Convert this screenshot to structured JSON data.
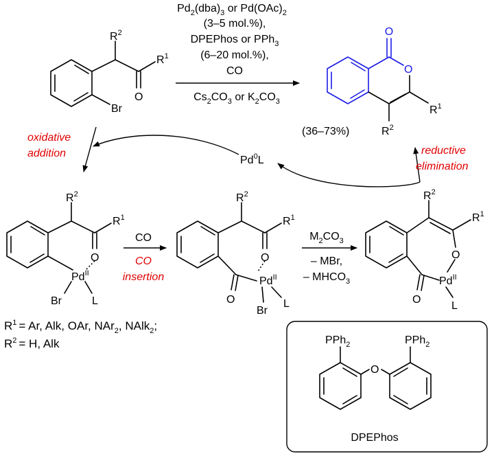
{
  "conditions": {
    "line1": "Pd",
    "line1_sub1": "2",
    "line1_rest": "(dba)",
    "line1_sub2": "3",
    "line1_tail": " or Pd(OAc)",
    "line1_sub3": "2",
    "line2": "(3–5 mol.%),",
    "line3_a": "DPEPhos or PPh",
    "line3_sub": "3",
    "line4": "(6–20 mol.%),",
    "line5": "CO",
    "line6_a": "Cs",
    "line6_sub1": "2",
    "line6_b": "CO",
    "line6_sub2": "3",
    "line6_c": " or K",
    "line6_sub3": "2",
    "line6_d": "CO",
    "line6_sub4": "3"
  },
  "labels": {
    "R": "R",
    "one": "1",
    "two": "2",
    "Br": "Br",
    "O": "O",
    "L": "L",
    "Pd": "Pd",
    "Pd0": "Pd",
    "zero": "0",
    "II": "II",
    "yield": "(36–73%)",
    "CO": "CO",
    "oxidative": "oxidative",
    "addition": "addition",
    "reductive": "reductive",
    "elimination": "elimination",
    "co_red1": "CO",
    "co_red2": "insertion",
    "m2co3_a": "M",
    "m2co3_sub1": "2",
    "m2co3_b": "CO",
    "m2co3_sub2": "3",
    "mbr": "– MBr,",
    "mhco3_a": "– MHCO",
    "mhco3_sub": "3",
    "legend_r1": "= Ar, Alk, OAr, NAr",
    "legend_r1_sub": "2",
    "legend_r1_tail": ", NAlk",
    "legend_r1_sub2": "2",
    "legend_r1_end": ";",
    "legend_r2": "= H, Alk",
    "pph": "PPh",
    "pph_sub": "2",
    "dpephos": "DPEPhos"
  },
  "colors": {
    "product": "#1a1ae6",
    "annotation": "#e00000"
  }
}
